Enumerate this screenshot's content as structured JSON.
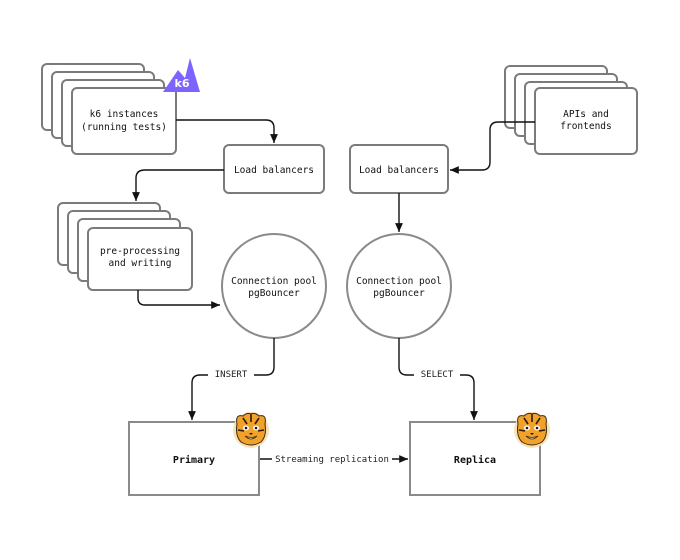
{
  "nodes": {
    "k6_instances": [
      "k6 instances",
      "(running tests)"
    ],
    "load_balancer_left": "Load balancers",
    "preprocessing": [
      "pre-processing",
      "and writing"
    ],
    "conn_pool_left": [
      "Connection pool",
      "pgBouncer"
    ],
    "primary": "Primary",
    "apis": [
      "APIs and",
      "frontends"
    ],
    "load_balancer_right": "Load balancers",
    "conn_pool_right": [
      "Connection pool",
      "pgBouncer"
    ],
    "replica": "Replica"
  },
  "edges": {
    "insert": "INSERT",
    "select": "SELECT",
    "replication": "Streaming replication"
  },
  "logos": {
    "k6": "k6",
    "postgres_icon": "tiger-icon"
  },
  "colors": {
    "k6_purple": "#7d64ff",
    "border": "#7b7b7b",
    "tiger_orange": "#f2a22a"
  }
}
